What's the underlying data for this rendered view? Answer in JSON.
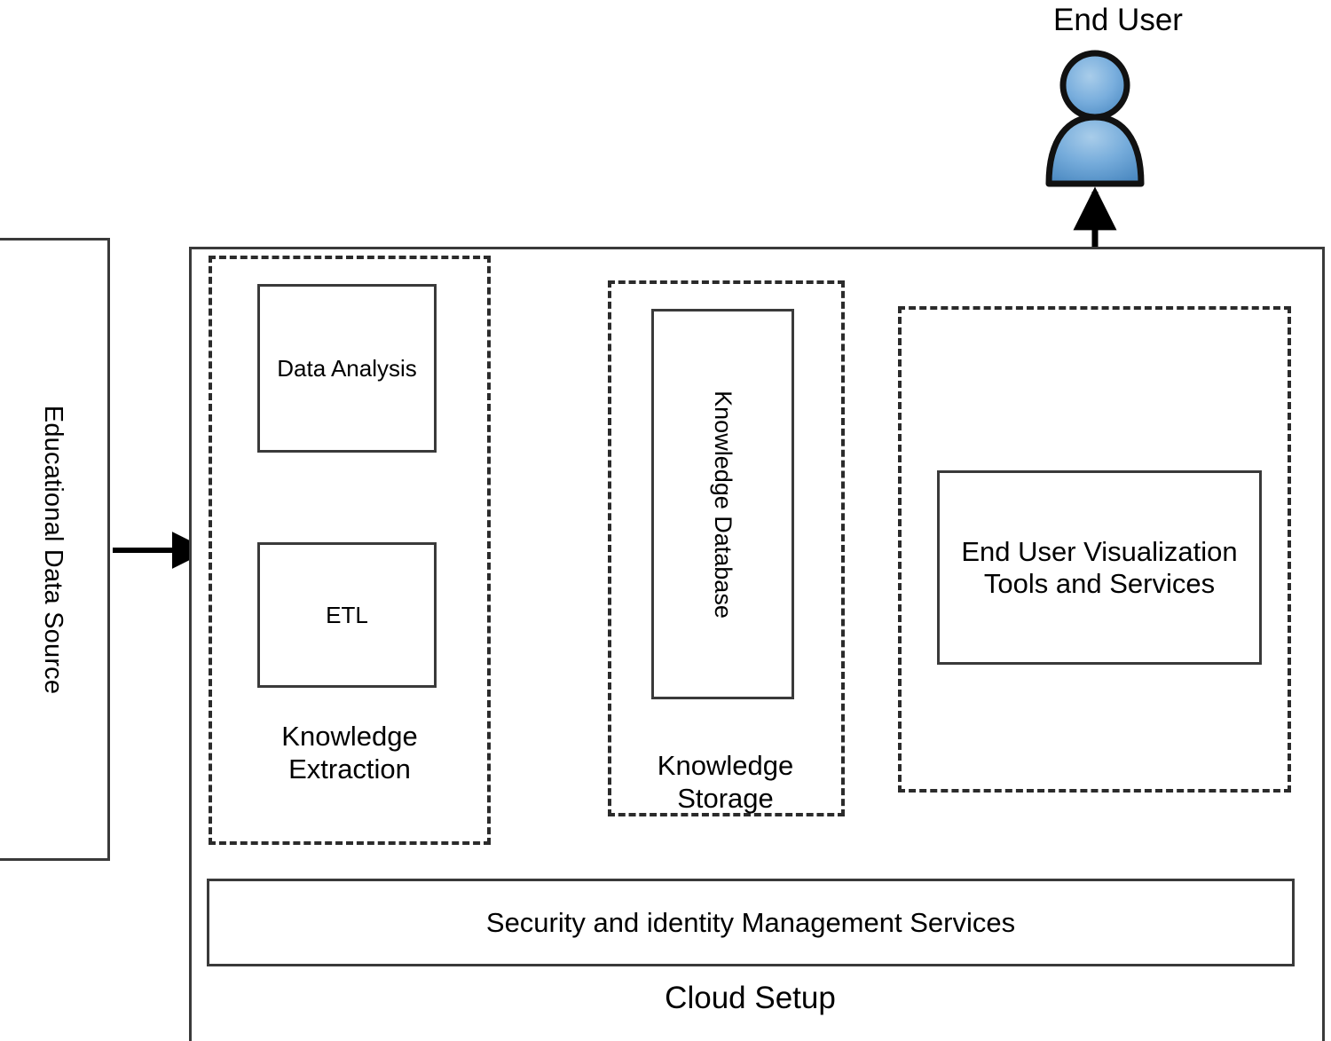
{
  "diagram": {
    "title": "Cloud Setup educational knowledge architecture",
    "actor": {
      "label": "End User",
      "icon": "user-avatar-icon",
      "color": "#5b9bd5"
    },
    "source": {
      "label": "Educational Data Source",
      "orientation": "vertical"
    },
    "cloud": {
      "label": "Cloud Setup"
    },
    "groups": [
      {
        "id": "knowledge-extraction",
        "label": "Knowledge\nExtraction",
        "style": "dashed",
        "nodes": [
          {
            "id": "data-analysis",
            "label": "Data Analysis"
          },
          {
            "id": "etl",
            "label": "ETL"
          }
        ]
      },
      {
        "id": "knowledge-storage",
        "label": "Knowledge\nStorage",
        "style": "dashed",
        "nodes": [
          {
            "id": "knowledge-database",
            "label": "Knowledge Database",
            "orientation": "vertical"
          }
        ]
      },
      {
        "id": "end-user-visualization",
        "label": "",
        "style": "dashed",
        "nodes": [
          {
            "id": "visualization-tools",
            "label": "End User\nVisualization Tools\nand Services"
          }
        ]
      }
    ],
    "services_bar": {
      "label": "Security and identity Management Services"
    },
    "connections": [
      {
        "from": "educational-data-source",
        "to": "knowledge-extraction",
        "type": "arrow"
      },
      {
        "from": "data-analysis",
        "to": "etl",
        "type": "arrow"
      },
      {
        "from": "knowledge-extraction",
        "to": "knowledge-storage",
        "type": "arrow"
      },
      {
        "from": "knowledge-storage",
        "to": "end-user-visualization",
        "type": "arrow"
      },
      {
        "from": "visualization-tools",
        "to": "end-user",
        "type": "arrow"
      }
    ],
    "colors": {
      "stroke": "#000000",
      "box_border": "#3a3a3a",
      "dashed_border": "#2b2b2b",
      "avatar_blue": "#5b9bd5",
      "background": "#ffffff"
    }
  }
}
